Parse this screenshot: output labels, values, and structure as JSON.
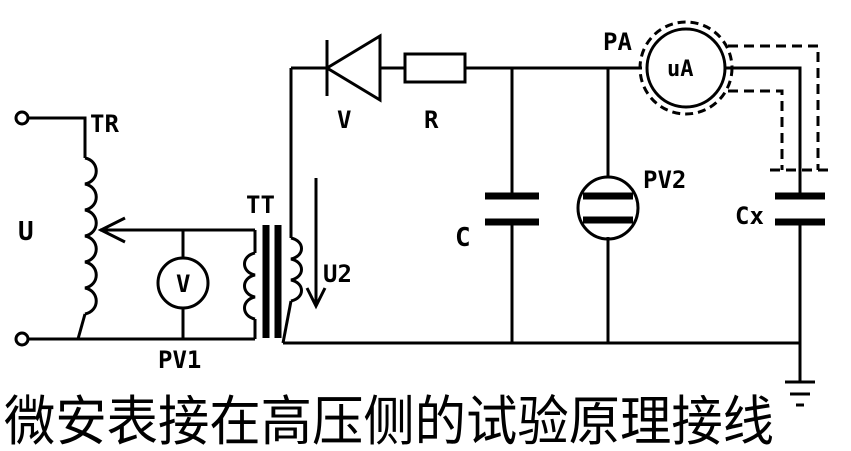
{
  "diagram": {
    "labels": {
      "TR": "TR",
      "U": "U",
      "TT": "TT",
      "V_meter": "V",
      "PV1": "PV1",
      "U2": "U2",
      "V_diode": "V",
      "R": "R",
      "C": "C",
      "PV2": "PV2",
      "PA": "PA",
      "uA": "uA",
      "Cx": "Cx"
    },
    "caption": "微安表接在高压侧的试验原理接线"
  }
}
